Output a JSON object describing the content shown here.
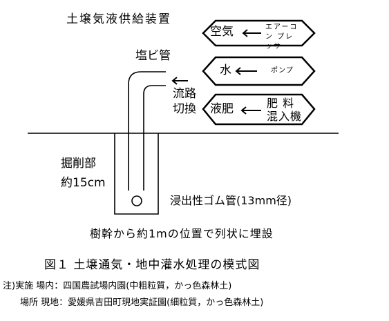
{
  "diagram": {
    "title": "土壌気液供給装置",
    "pipe_label": "塩ビ管",
    "switch_label": [
      "流路",
      "切換"
    ],
    "sources": [
      {
        "name": "空気",
        "device": "エアーコン プレッサ"
      },
      {
        "name": "水",
        "device": "ポンプ"
      },
      {
        "name": "液肥",
        "device": "肥 料 混入機"
      }
    ],
    "excavation_label": "掘削部",
    "depth_label": "約15cm",
    "tube_label": "浸出性ゴム管(13mm径)",
    "placement_note": "樹幹から約1mの位置で列状に埋設"
  },
  "caption": {
    "figure": "図１ 土壌通気・地中灌水処理の模式図",
    "notes": [
      "注)実施 場内：四国農試場内園(中粗粒質，かっ色森林土)",
      "場所 現地：愛媛県吉田町現地実証園(細粒質，かっ色森林土)"
    ]
  }
}
